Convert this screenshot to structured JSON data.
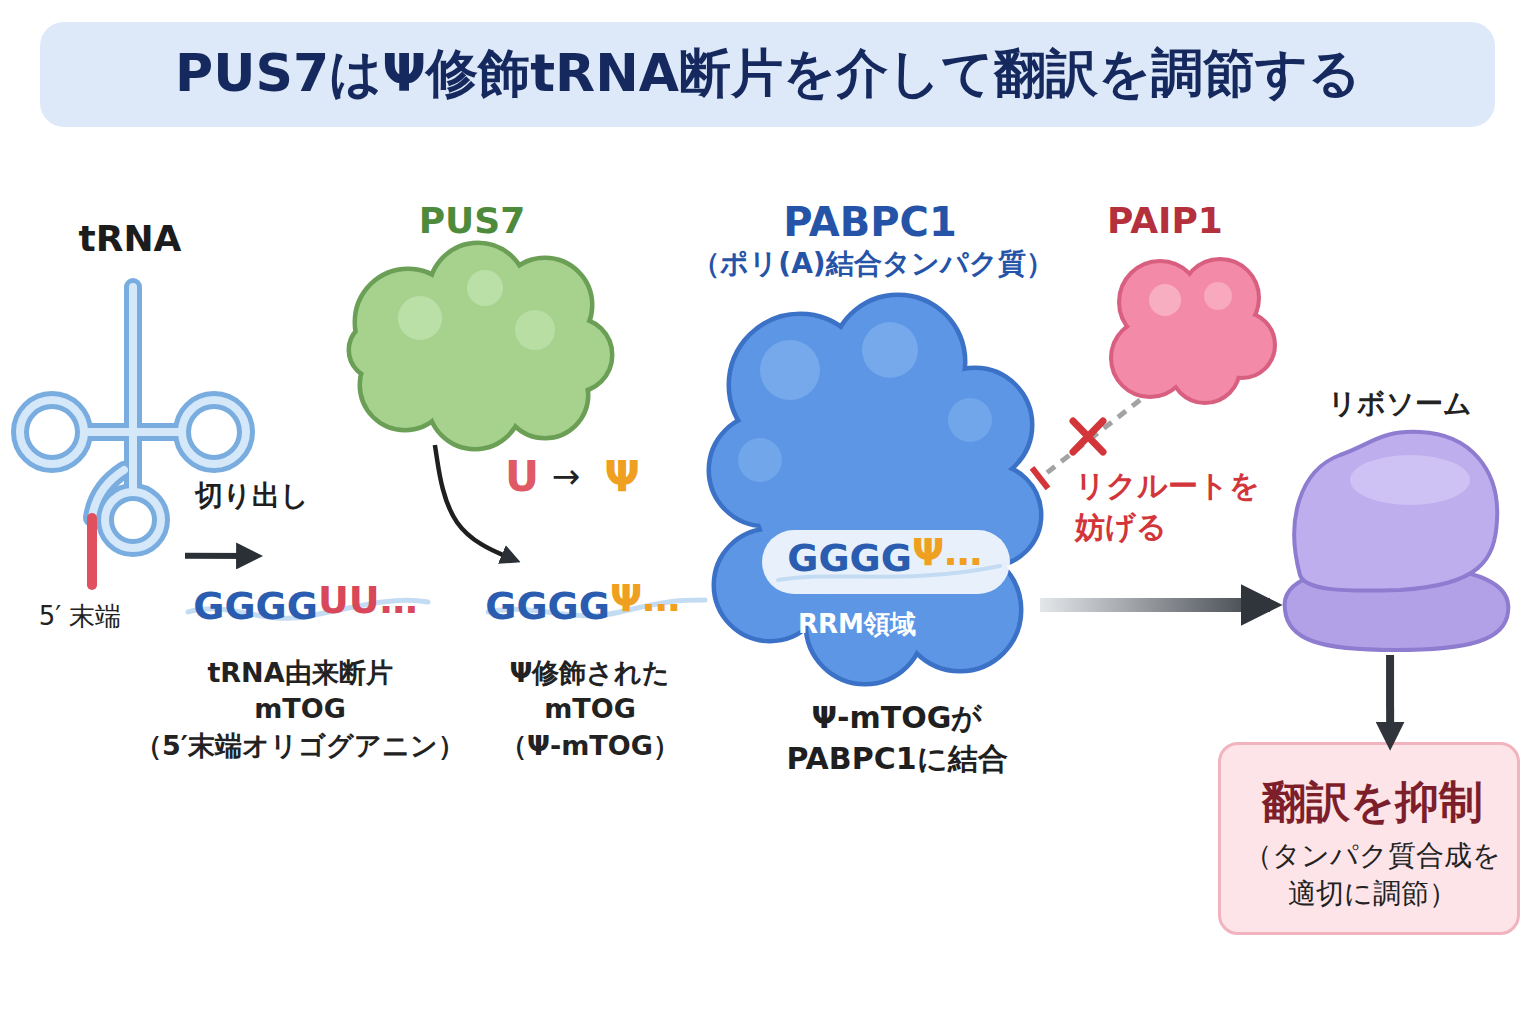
{
  "diagram": {
    "title": "PUS7はΨ修飾tRNA断片を介して翻訳を調節する",
    "nodes": [
      {
        "text": [
          "tRNA",
          "5′ 末端"
        ]
      },
      {
        "text": [
          "GGGG",
          "UU…",
          "tRNA由来断片 mTOG （5′末端オリゴグアニン）"
        ]
      },
      {
        "text": [
          "PUS7"
        ]
      },
      {
        "text": [
          "GGGG",
          "Ψ…",
          "Ψ修飾された mTOG （Ψ-mTOG）"
        ]
      },
      {
        "text": [
          "PABPC1",
          "（ポリ(A)結合タンパク質）",
          "RRM領域",
          "Ψ-mTOGが PABPC1に結合"
        ]
      },
      {
        "text": [
          "GGGG",
          "Ψ…"
        ],
        "in": 4
      },
      {
        "text": [
          "PAIP1"
        ]
      },
      {
        "text": [
          "リボソーム"
        ]
      },
      {
        "text": [
          "翻訳を抑制",
          "（タンパク質合成を 適切に調節）"
        ]
      }
    ],
    "edges": [
      {
        "from": 0,
        "to": 1,
        "arrow": "to",
        "label": "切り出し"
      },
      {
        "from": 2,
        "to": 3,
        "arrow": "to"
      },
      {
        "from": 6,
        "to": 4,
        "arrow": "to",
        "label": "リクルートを 妨げる"
      },
      {
        "from": 4,
        "to": 7,
        "arrow": "to"
      },
      {
        "from": 7,
        "to": 8,
        "arrow": "to"
      }
    ],
    "labels": [
      "U",
      "→",
      "Ψ"
    ]
  }
}
